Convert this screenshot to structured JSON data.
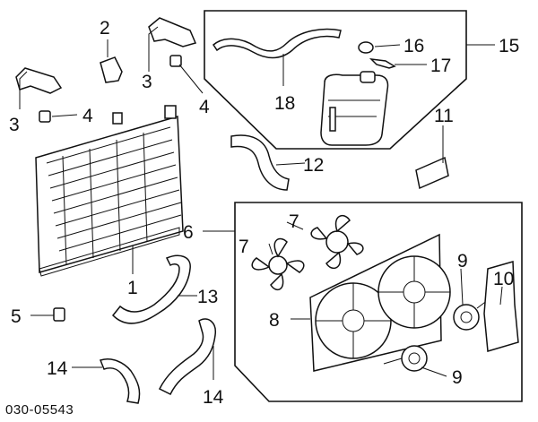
{
  "diagram_code": "030-05543",
  "callouts": {
    "c1": "1",
    "c2": "2",
    "c3a": "3",
    "c3b": "3",
    "c4a": "4",
    "c4b": "4",
    "c5": "5",
    "c6": "6",
    "c7a": "7",
    "c7b": "7",
    "c8": "8",
    "c9a": "9",
    "c9b": "9",
    "c10": "10",
    "c11": "11",
    "c12": "12",
    "c13": "13",
    "c14a": "14",
    "c14b": "14",
    "c15": "15",
    "c16": "16",
    "c17": "17",
    "c18": "18"
  }
}
